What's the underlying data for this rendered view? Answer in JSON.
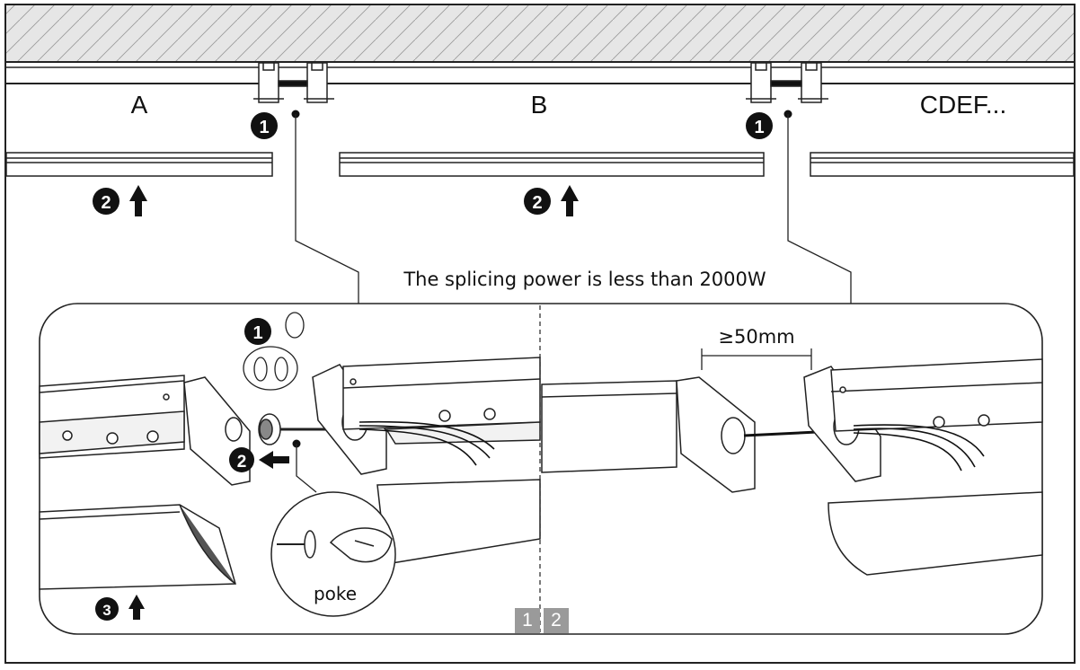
{
  "segments": [
    "A",
    "B",
    "CDEF..."
  ],
  "step_markers": [
    "1",
    "2",
    "3"
  ],
  "power_note": "The splicing power is less than 2000W",
  "gap_label": "≥50mm",
  "inset_label": "poke",
  "step_tabs": [
    "1",
    "2"
  ],
  "colors": {
    "ink": "#111111",
    "tab": "#9a9a9a",
    "ceiling": "#e6e6e6"
  }
}
